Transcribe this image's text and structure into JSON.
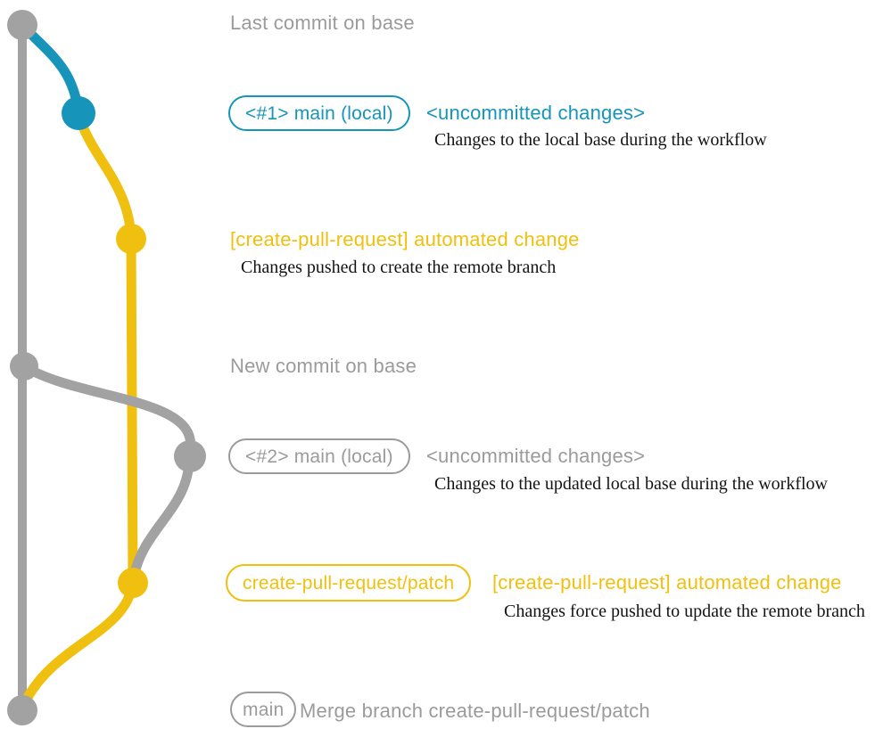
{
  "colors": {
    "graph_gray": "#a2a2a2",
    "text_gray": "#9b9b9b",
    "blue": "#1794ba",
    "yellow": "#f0c010",
    "caption_black": "#141414"
  },
  "rows": {
    "last_commit": {
      "title": "Last commit on base"
    },
    "head1": {
      "badge": "<#1> main (local)",
      "status": "<uncommitted changes>",
      "caption": "Changes to the local base during the workflow"
    },
    "push1": {
      "title": "[create-pull-request] automated change",
      "caption": "Changes pushed to create the remote branch"
    },
    "new_commit": {
      "title": "New commit on base"
    },
    "head2": {
      "badge": "<#2> main (local)",
      "status": "<uncommitted changes>",
      "caption": "Changes to the updated local base during the workflow"
    },
    "push2": {
      "badge": "create-pull-request/patch",
      "title": "[create-pull-request] automated change",
      "caption": "Changes force pushed to update the remote branch"
    },
    "merge": {
      "badge": "main",
      "title": "Merge branch create-pull-request/patch"
    }
  }
}
